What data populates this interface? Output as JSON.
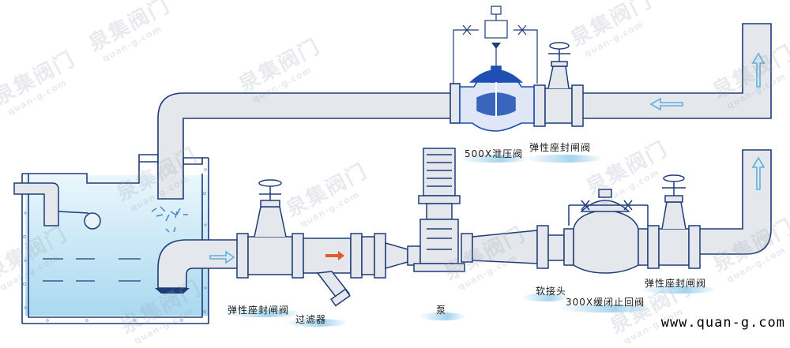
{
  "labels": {
    "relief_valve": "500X泄压阀",
    "gate_valve_top": "弹性座封闸阀",
    "gate_valve_inlet": "弹性座封闸阀",
    "filter": "过滤器",
    "pump": "泵",
    "soft_joint": "软接头",
    "check_valve": "300X缓闭止回阀",
    "gate_valve_outlet": "弹性座封闸阀"
  },
  "website": "www.quan-g.com",
  "watermark": {
    "brand": "泉集阀门",
    "domain": "quan-g.com"
  },
  "colors": {
    "pipe_fill": "#e4e8ec",
    "line": "#1e3c78",
    "valve_blue": "#1e4fb4",
    "water": "#bfe2f2",
    "arrow": "#7fc4e6",
    "swoosh": "#96cdeb"
  }
}
